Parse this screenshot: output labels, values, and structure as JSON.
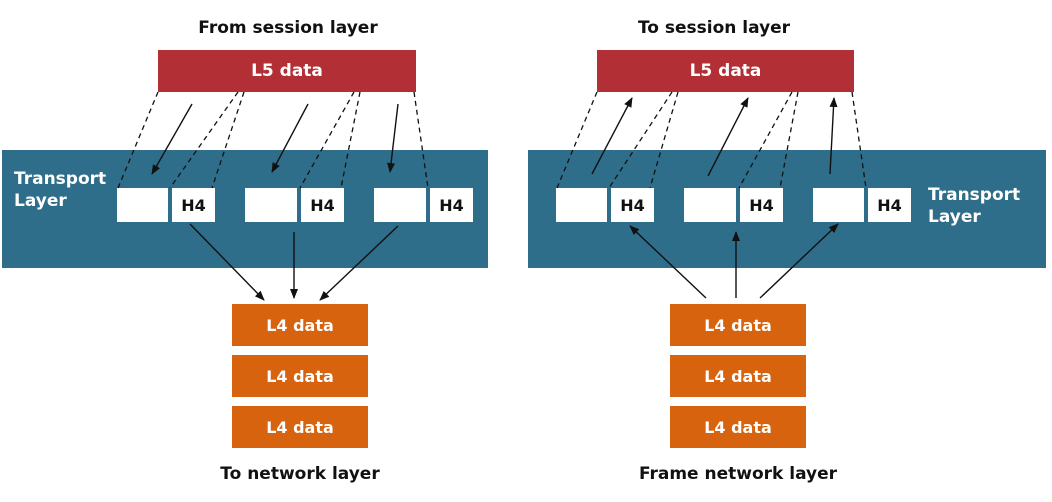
{
  "left": {
    "title": "From session layer",
    "l5_label": "L5 data",
    "band_label_line1": "Transport",
    "band_label_line2": "Layer",
    "h4_labels": [
      "H4",
      "H4",
      "H4"
    ],
    "l4_labels": [
      "L4 data",
      "L4 data",
      "L4 data"
    ],
    "bottom_title": "To network layer"
  },
  "right": {
    "title": "To session layer",
    "l5_label": "L5 data",
    "band_label_line1": "Transport",
    "band_label_line2": "Layer",
    "h4_labels": [
      "H4",
      "H4",
      "H4"
    ],
    "l4_labels": [
      "L4 data",
      "L4 data",
      "L4 data"
    ],
    "bottom_title": "Frame network layer"
  },
  "colors": {
    "transport_band": "#2e6e8a",
    "l5_box": "#b22f35",
    "l4_box": "#d7630f"
  }
}
